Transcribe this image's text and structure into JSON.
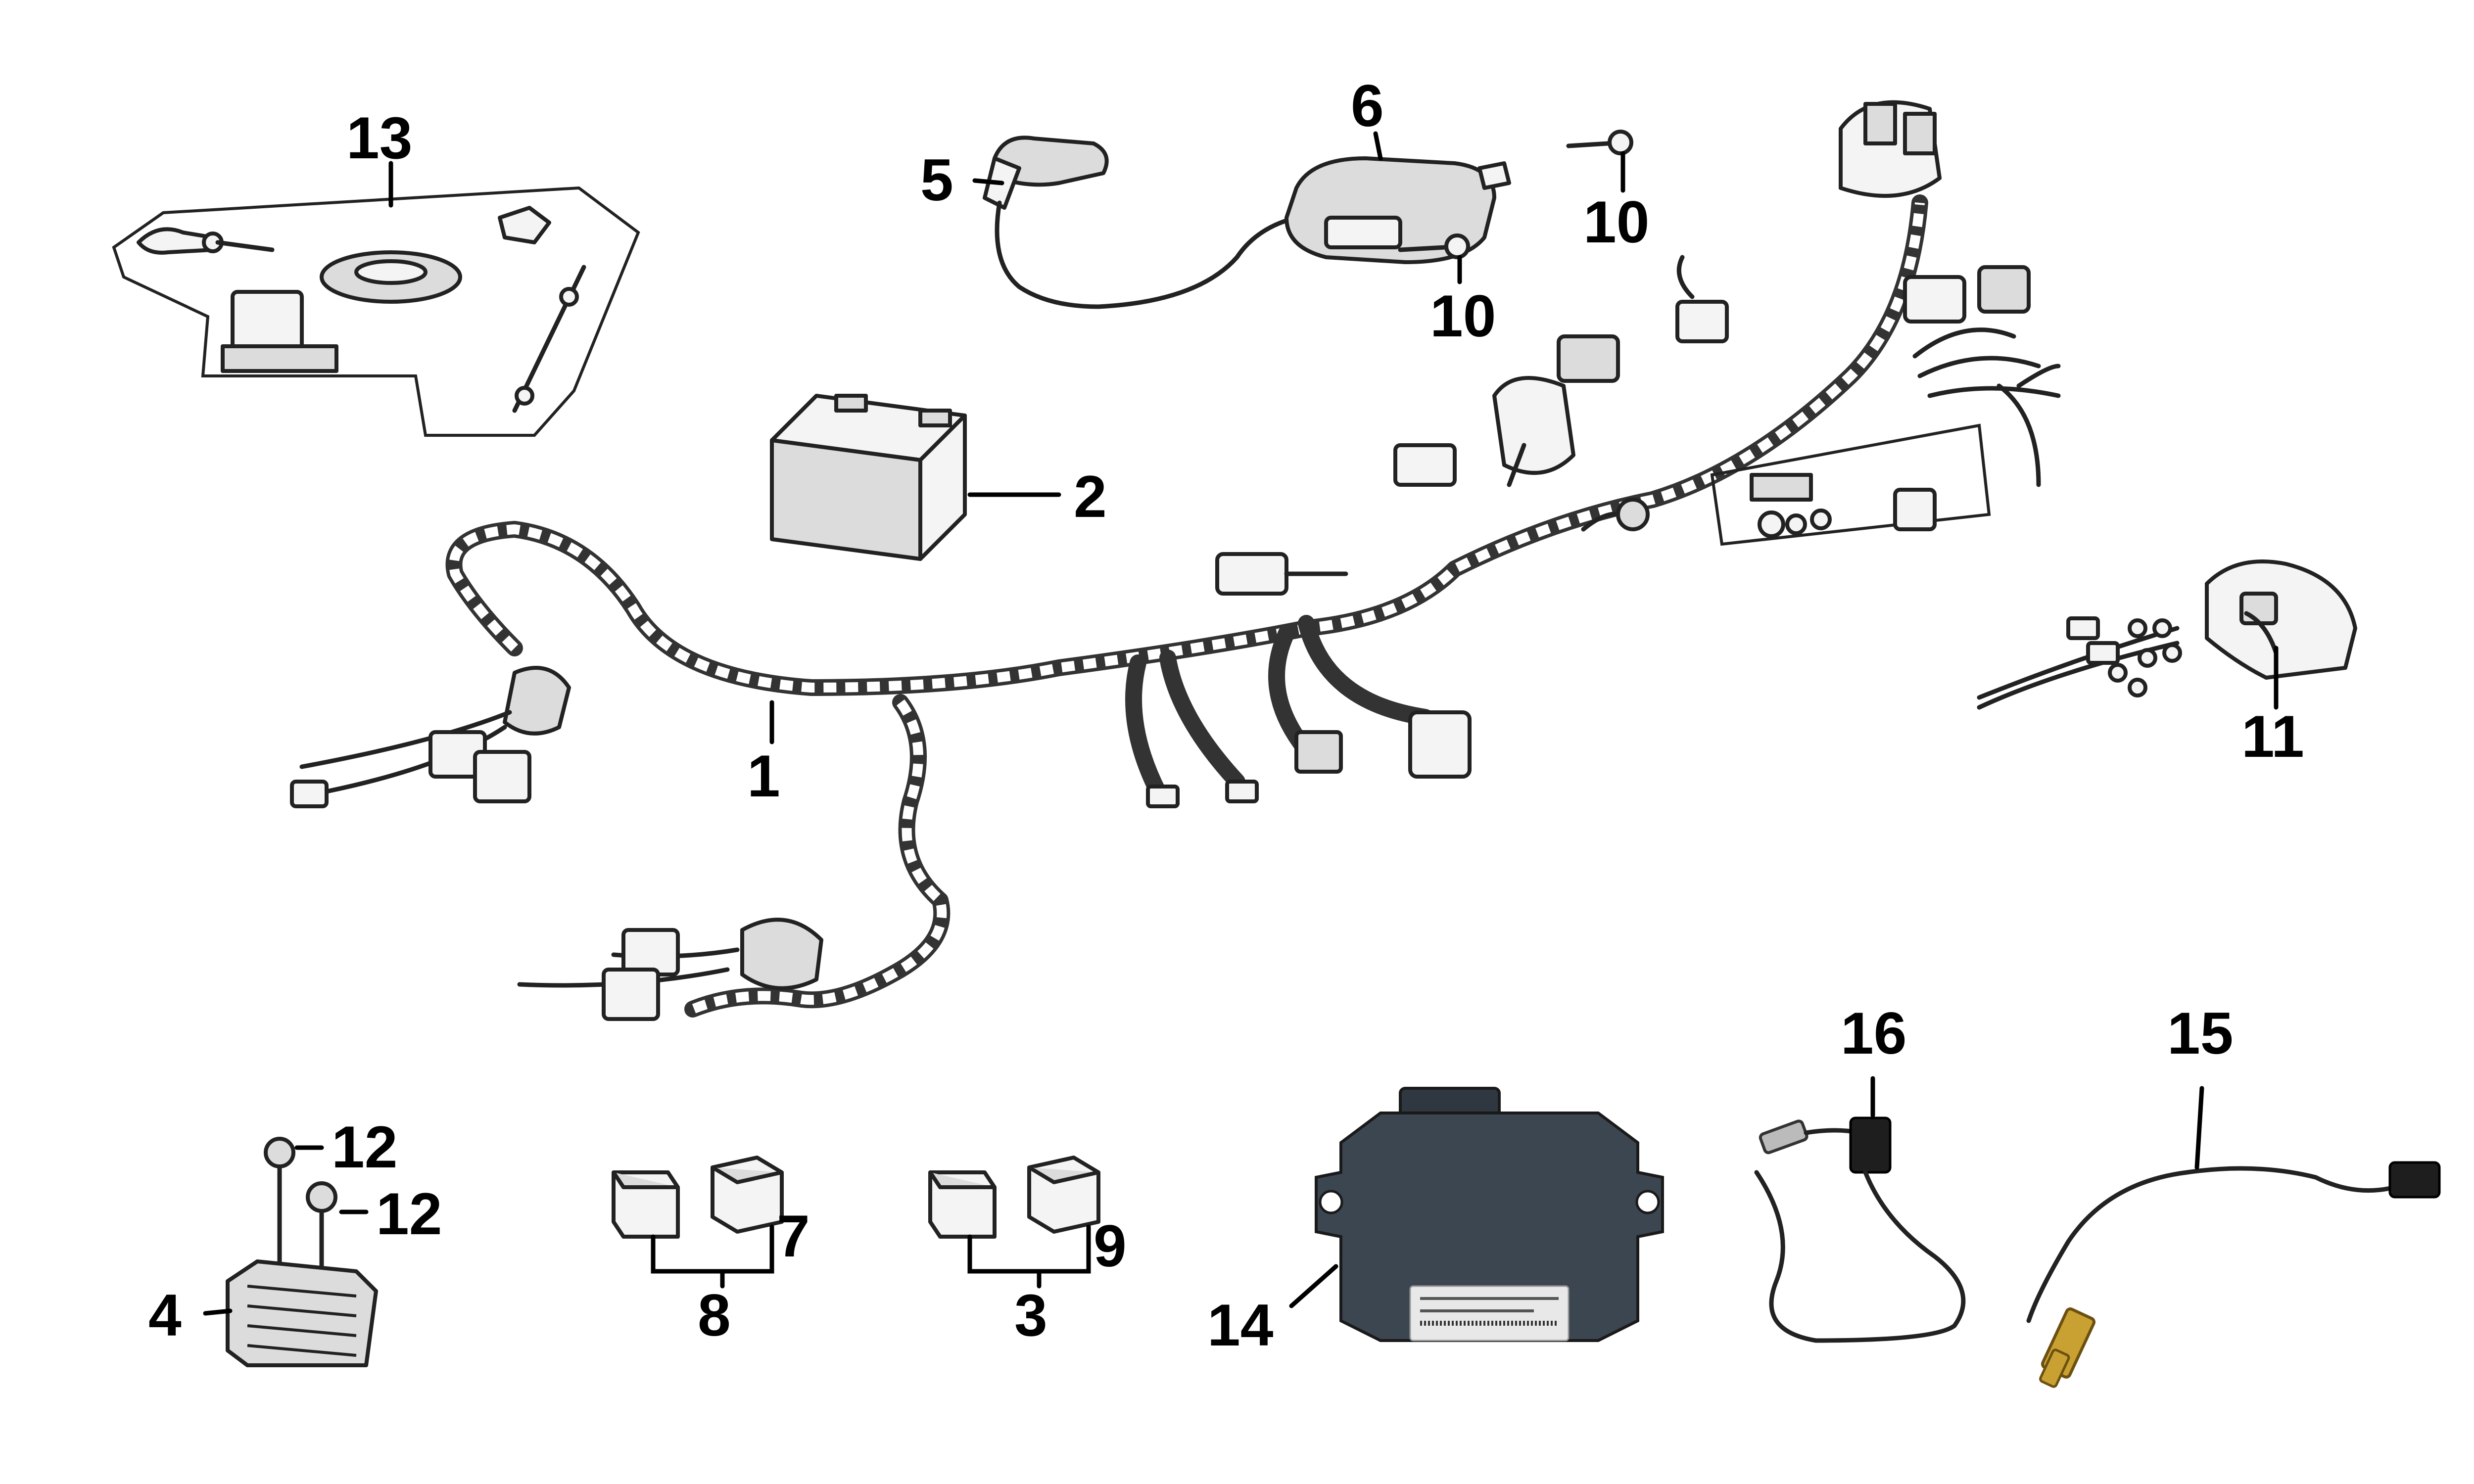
{
  "diagram": {
    "callouts": {
      "c1": "1",
      "c2": "2",
      "c3": "3",
      "c4": "4",
      "c5": "5",
      "c6": "6",
      "c7": "7",
      "c8": "8",
      "c9": "9",
      "c10a": "10",
      "c10b": "10",
      "c11": "11",
      "c12a": "12",
      "c12b": "12",
      "c13": "13",
      "c14": "14",
      "c15": "15",
      "c16": "16"
    },
    "colors": {
      "ecu_body": "#3c4650",
      "ecu_label": "#e8e8e8",
      "sensor_brass": "#c9a032",
      "line": "#222222"
    }
  }
}
